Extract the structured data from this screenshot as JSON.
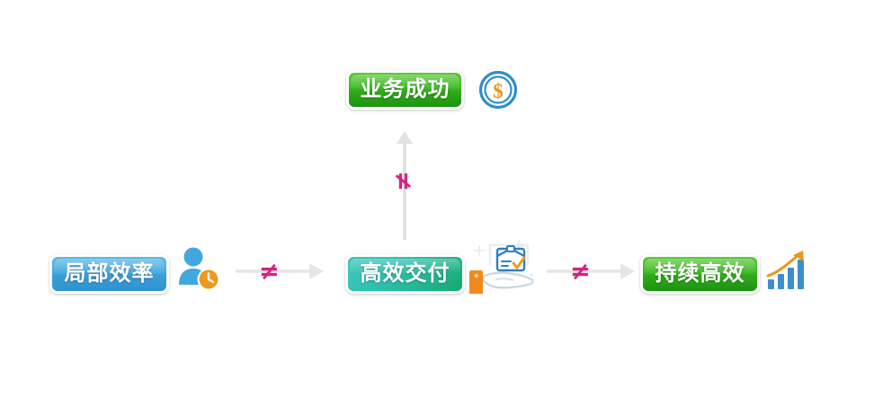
{
  "diagram": {
    "background_color": "#ffffff",
    "nodes": [
      {
        "id": "local-efficiency",
        "label": "局部效率",
        "style": "blue",
        "color": "#45a8de",
        "icon": "person-clock-icon"
      },
      {
        "id": "efficient-delivery",
        "label": "高效交付",
        "style": "teal",
        "color": "#22b38c",
        "icon": "hand-package-icon"
      },
      {
        "id": "sustained-efficiency",
        "label": "持续高效",
        "style": "green",
        "color": "#3dba24",
        "icon": "growth-chart-icon"
      },
      {
        "id": "business-success",
        "label": "业务成功",
        "style": "green",
        "color": "#3dba24",
        "icon": "dollar-coin-icon"
      }
    ],
    "connectors": [
      {
        "id": "local-to-delivery",
        "from": "local-efficiency",
        "to": "efficient-delivery",
        "direction": "right",
        "symbol": "≠",
        "symbol_color": "#d6227f",
        "line_color": "#e2e2e2"
      },
      {
        "id": "delivery-to-sustained",
        "from": "efficient-delivery",
        "to": "sustained-efficiency",
        "direction": "right",
        "symbol": "≠",
        "symbol_color": "#d6227f",
        "line_color": "#e2e2e2"
      },
      {
        "id": "delivery-to-success",
        "from": "efficient-delivery",
        "to": "business-success",
        "direction": "up",
        "symbol": "≠",
        "symbol_color": "#d6227f",
        "line_color": "#e2e2e2"
      }
    ],
    "icons": {
      "dollar_coin": {
        "name": "dollar-coin-icon",
        "ring_color": "#2e8fcb",
        "symbol_color": "#e8971f",
        "symbol": "$"
      },
      "person_clock": {
        "name": "person-clock-icon",
        "person_color": "#41a8dd",
        "clock_color": "#ef9a1e"
      },
      "hand_package": {
        "name": "hand-package-icon",
        "box_color": "#2f7fc1",
        "check_color": "#ef9a1e",
        "hand_color": "#c9d6e0",
        "tag_color": "#f08a1d"
      },
      "growth_chart": {
        "name": "growth-chart-icon",
        "bar_color": "#3d8fcb",
        "arrow_color": "#e8971f",
        "bars": [
          10,
          16,
          24,
          34
        ]
      }
    }
  }
}
